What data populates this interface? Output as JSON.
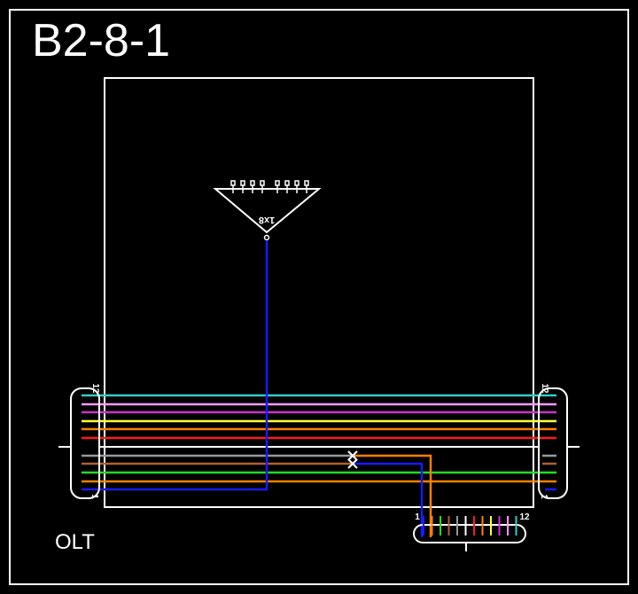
{
  "title": "B2-8-1",
  "olt_label": "OLT",
  "splitter": {
    "label": "1x8"
  },
  "connector_labels": {
    "left_top": "12",
    "left_bottom": "1",
    "right_top": "12",
    "right_bottom": "1",
    "bottom_left": "1",
    "bottom_right": "12"
  },
  "fiber_colors": [
    "#1a1aff",
    "#ff8000",
    "#22dd22",
    "#b06030",
    "#999999",
    "#ffffff",
    "#ff1a1a",
    "#ff8000",
    "#ffff33",
    "#cc33cc",
    "#ff99ff",
    "#33cccc"
  ],
  "colors": {
    "background": "#000000",
    "line": "#ffffff",
    "route_blue": "#1a1aff",
    "route_orange": "#ff8000"
  }
}
